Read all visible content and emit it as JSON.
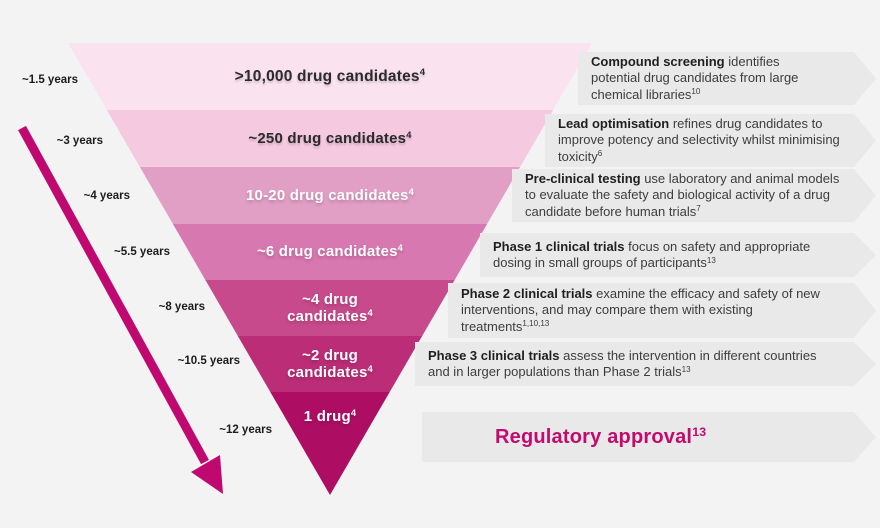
{
  "page_background": "#f4f3f4",
  "accent_color": "#c00970",
  "box_color": "#e9e9ea",
  "funnel": {
    "stages": [
      {
        "years": "~1.5 years",
        "label": ">10,000 drug candidates",
        "sup": "4",
        "color": "#fae3ef"
      },
      {
        "years": "~3 years",
        "label": "~250 drug candidates",
        "sup": "4",
        "color": "#f5c9e0"
      },
      {
        "years": "~4 years",
        "label": "10-20 drug candidates",
        "sup": "4",
        "color": "#e29fc6"
      },
      {
        "years": "~5.5 years",
        "label": "~6 drug candidates",
        "sup": "4",
        "color": "#d878b0"
      },
      {
        "years": "~8 years",
        "label": "~4 drug candidates",
        "sup": "4",
        "color": "#c74a8c"
      },
      {
        "years": "~10.5 years",
        "label": "~2 drug candidates",
        "sup": "4",
        "color": "#bb2d77"
      },
      {
        "years": "~12 years",
        "label": "1 drug",
        "sup": "4",
        "color": "#ad0e64"
      }
    ]
  },
  "descriptions": [
    {
      "bold": "Compound screening",
      "text": " identifies potential drug candidates from large chemical libraries",
      "sup": "10"
    },
    {
      "bold": "Lead optimisation",
      "text": " refines drug candidates to improve potency and selectivity whilst minimising toxicity",
      "sup": "6"
    },
    {
      "bold": "Pre-clinical testing",
      "text": " use laboratory and animal models to evaluate the safety and biological activity of a drug candidate before human trials",
      "sup": "7"
    },
    {
      "bold": "Phase 1 clinical trials",
      "text": " focus on safety and appropriate dosing in small groups of participants",
      "sup": "13"
    },
    {
      "bold": "Phase 2 clinical trials",
      "text": " examine the efficacy and safety of new interventions, and may compare them with existing treatments",
      "sup": "1,10,13"
    },
    {
      "bold": "Phase 3 clinical trials",
      "text": " assess the intervention in different countries and in larger populations than Phase 2 trials",
      "sup": "13"
    }
  ],
  "approval": {
    "label": "Regulatory approval",
    "sup": "13",
    "color": "#c30a6d"
  }
}
